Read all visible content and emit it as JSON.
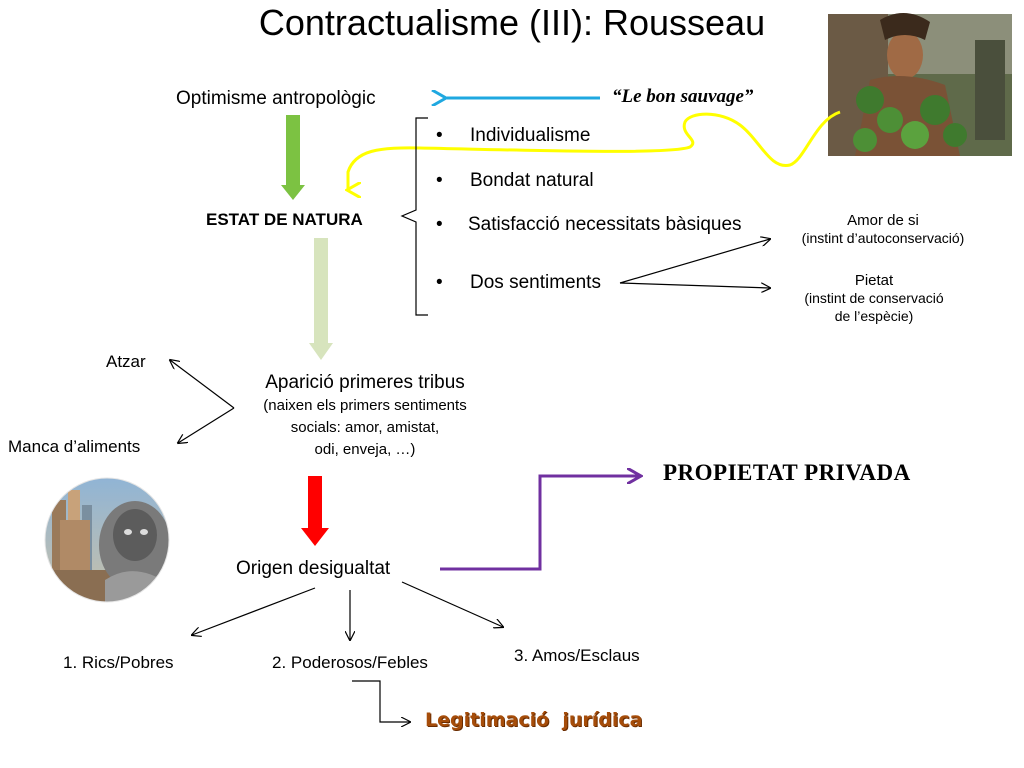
{
  "title": "Contractualisme (III): Rousseau",
  "optimisme": "Optimisme antropològic",
  "bon_sauvage": "“Le bon sauvage”",
  "estat_natura": "ESTAT DE NATURA",
  "bullets": [
    "Individualisme",
    "Bondat natural",
    "Satisfacció necessitats bàsiques",
    "Dos sentiments"
  ],
  "bullet_char": "•",
  "amor_de_si": {
    "title": "Amor de si",
    "sub": "(instint d’autoconservació)"
  },
  "pietat": {
    "title": "Pietat",
    "sub1": "(instint de conservació",
    "sub2": "de l’espècie)"
  },
  "atzar": "Atzar",
  "manca_aliments": "Manca d’aliments",
  "tribus": {
    "title": "Aparició primeres tribus",
    "line1": "(naixen els primers sentiments",
    "line2": "socials: amor, amistat,",
    "line3": "odi, enveja, …)"
  },
  "propietat": "PROPIETAT PRIVADA",
  "origen": "Origen desigualtat",
  "outcomes": [
    "1. Rics/Pobres",
    "2. Poderosos/Febles",
    "3. Amos/Esclaus"
  ],
  "legitimacio": "Legitimació  jurídica",
  "colors": {
    "green": "#7cc242",
    "light_green": "#d7e4bd",
    "red": "#ff0000",
    "blue": "#1fa8e0",
    "yellow": "#ffff00",
    "purple": "#7030a0",
    "brown": "#a64d0a"
  }
}
